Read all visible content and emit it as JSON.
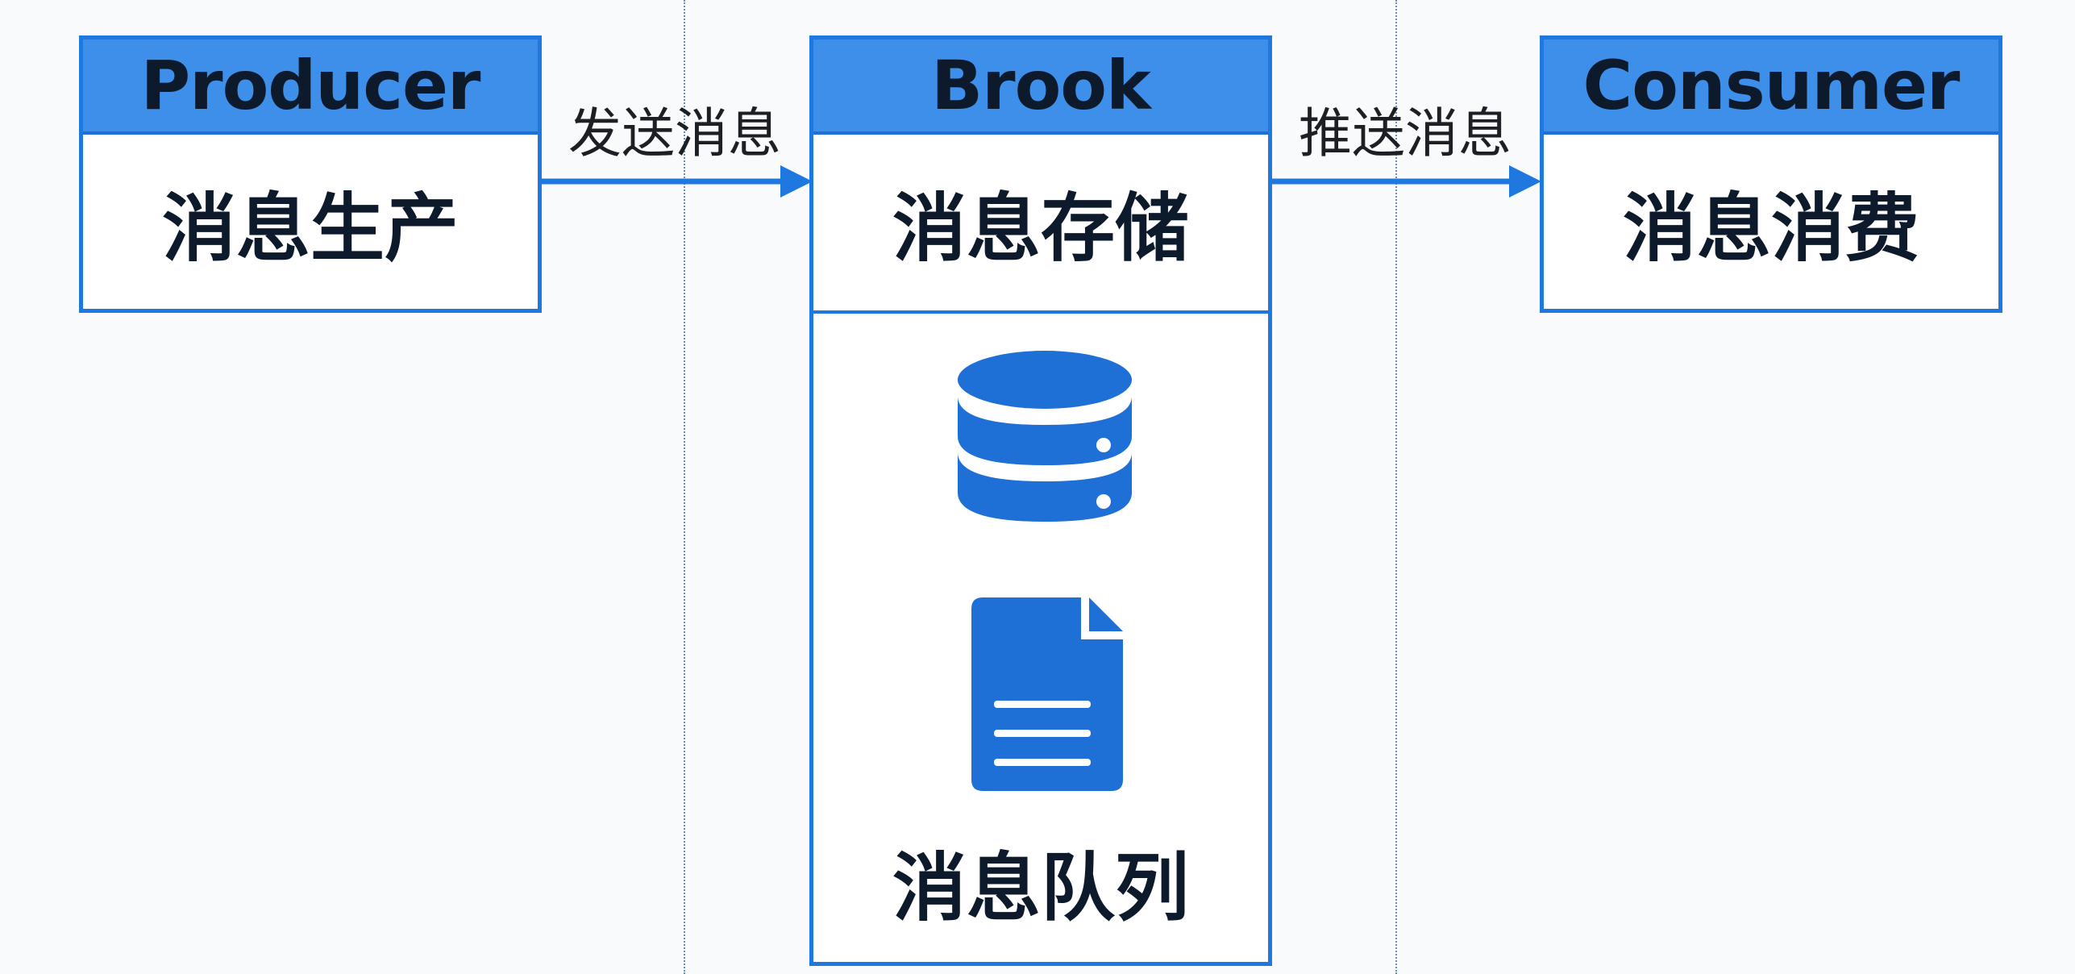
{
  "producer": {
    "title": "Producer",
    "label": "消息生产"
  },
  "send_arrow": {
    "label": "发送消息"
  },
  "broker": {
    "title": "Brook",
    "label": "消息存储",
    "queue_label": "消息队列",
    "icons": [
      "database-icon",
      "document-icon"
    ]
  },
  "push_arrow": {
    "label": "推送消息"
  },
  "consumer": {
    "title": "Consumer",
    "label": "消息消费"
  },
  "colors": {
    "accent": "#1f77e0",
    "header": "#3d8fea",
    "icon": "#1e6fd6",
    "text": "#0d1a2c"
  }
}
